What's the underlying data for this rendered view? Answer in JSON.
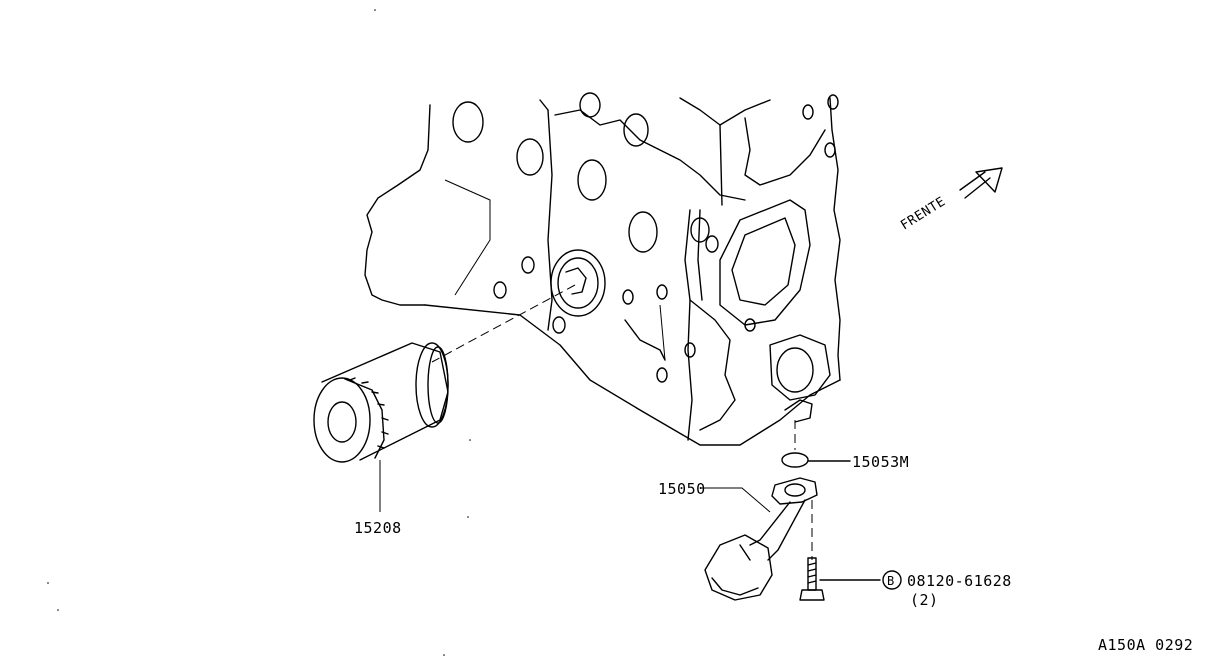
{
  "callouts": {
    "oil_filter": "15208",
    "o_ring": "15053M",
    "strainer": "15050",
    "bolt_badge": "B",
    "bolt_part": "08120-61628",
    "bolt_qty": "(2)"
  },
  "direction": "FRENTE",
  "diagram_code": "A150A 0292"
}
